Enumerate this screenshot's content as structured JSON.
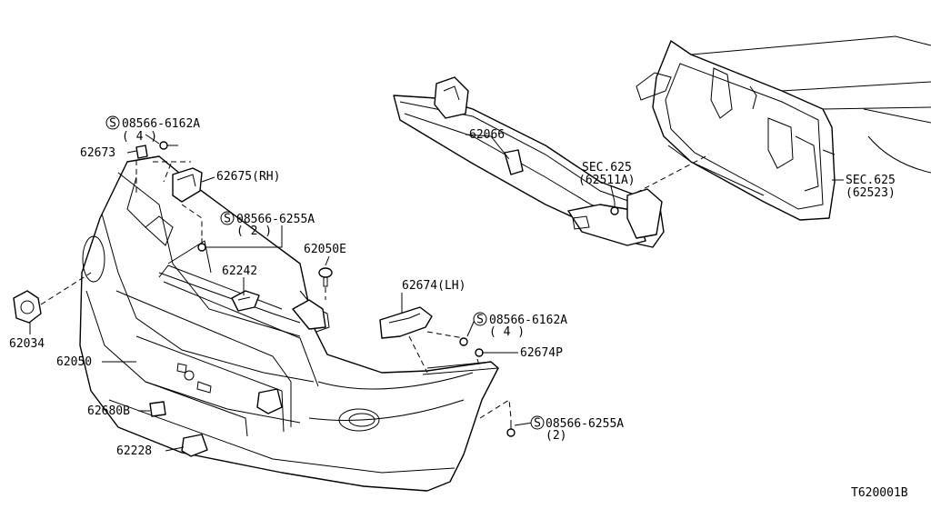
{
  "labels": {
    "screw_top": "08566-6162A",
    "screw_top_qty": "( 4 )",
    "p62673": "62673",
    "p62675": "62675(RH)",
    "screw_mid": "08566-6255A",
    "screw_mid_qty": "( 2 )",
    "p62066": "62066",
    "sec625_a": "SEC.625",
    "sec625_a_ref": "(62511A)",
    "sec625_b": "SEC.625",
    "sec625_b_ref": "(62523)",
    "p62050E": "62050E",
    "p62242": "62242",
    "p62674": "62674(LH)",
    "screw_right": "08566-6162A",
    "screw_right_qty": "( 4 )",
    "p62674P": "62674P",
    "p62034": "62034",
    "p62050": "62050",
    "p62680B": "62680B",
    "screw_bottom": "08566-6255A",
    "screw_bottom_qty": "(2)",
    "p62228": "62228",
    "drawing_code": "T620001B",
    "s_mark": "S"
  }
}
